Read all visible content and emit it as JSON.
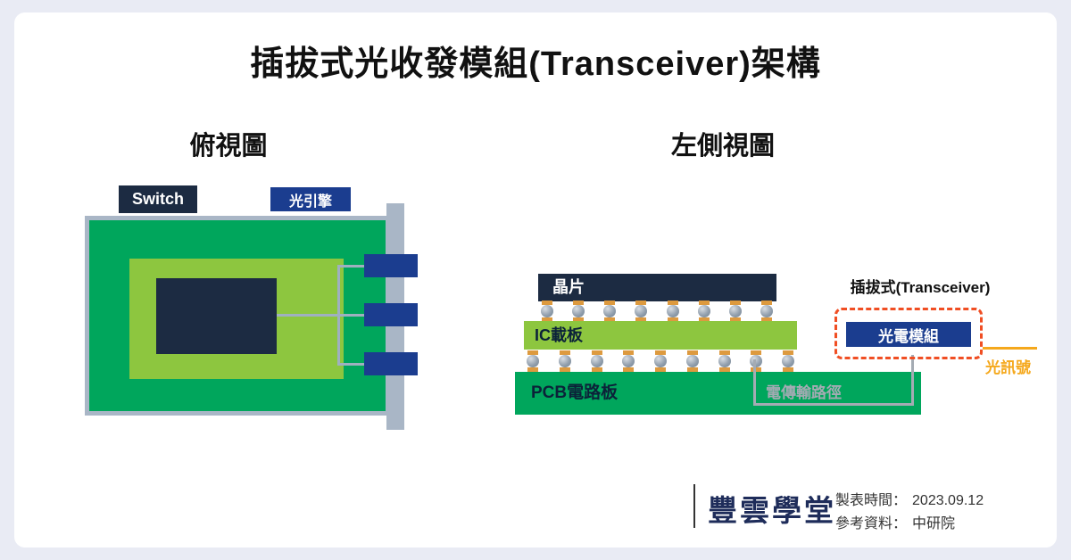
{
  "page": {
    "title": "插拔式光收發模組(Transceiver)架構"
  },
  "sections": {
    "left_title": "俯視圖",
    "right_title": "左側視圖"
  },
  "top_view": {
    "switch_label": "Switch",
    "optical_engine_label": "光引擎",
    "port_count": 3
  },
  "side_view": {
    "chip_label": "晶片",
    "ic_substrate_label": "IC載板",
    "pcb_label": "PCB電路板",
    "electrical_path_label": "電傳輸路徑",
    "transceiver_label": "插拔式(Transceiver)",
    "optical_module_label": "光電模組",
    "optical_signal_label": "光訊號",
    "ball_rows": [
      8,
      9
    ]
  },
  "footer": {
    "logo_text": "豐雲學堂",
    "date_label": "製表時間：",
    "date_value": "2023.09.12",
    "source_label": "參考資料：",
    "source_value": "中研院"
  },
  "colors": {
    "bg": "#e9ebf4",
    "card": "#ffffff",
    "ink": "#111111",
    "navy-dark": "#1c2b42",
    "blue": "#1b3d8f",
    "green": "#00a65c",
    "green-light": "#8dc63f",
    "gray-bar": "#a9b6c6",
    "gray-line": "#9fb0c0",
    "path-gray": "#a4abb3",
    "pad-orange": "#dd9a3f",
    "dashed-red": "#f04e23",
    "signal-orange": "#f5a81c",
    "footer-ink": "#333333",
    "logo-navy": "#1e2c5a"
  }
}
